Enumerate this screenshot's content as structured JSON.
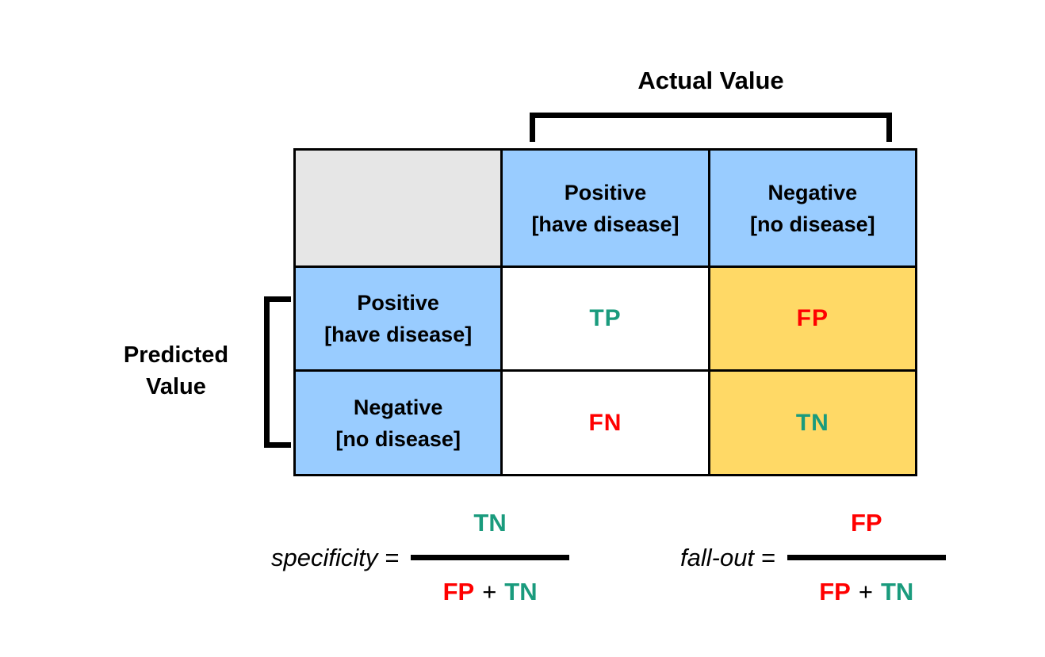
{
  "title": "Actual Value",
  "predicted_label": {
    "line1": "Predicted",
    "line2": "Value"
  },
  "matrix": {
    "column_headers": [
      {
        "line1": "Positive",
        "line2": "[have disease]"
      },
      {
        "line1": "Negative",
        "line2": "[no disease]"
      }
    ],
    "row_headers": [
      {
        "line1": "Positive",
        "line2": "[have disease]"
      },
      {
        "line1": "Negative",
        "line2": "[no disease]"
      }
    ],
    "cells": {
      "tp": "TP",
      "fp": "FP",
      "fn": "FN",
      "tn": "TN"
    }
  },
  "formulas": {
    "specificity": {
      "label": "specificity =",
      "numerator": "TN",
      "den_fp": "FP",
      "den_plus": "+",
      "den_tn": "TN"
    },
    "fallout": {
      "label": "fall-out =",
      "numerator": "FP",
      "den_fp": "FP",
      "den_plus": "+",
      "den_tn": "TN"
    }
  },
  "colors": {
    "header_blue": "#99CCFF",
    "highlight_yellow": "#FFD966",
    "corner_gray": "#E6E6E6",
    "true_green": "#1A9B7D",
    "false_red": "#FF0000",
    "border_black": "#000000"
  }
}
